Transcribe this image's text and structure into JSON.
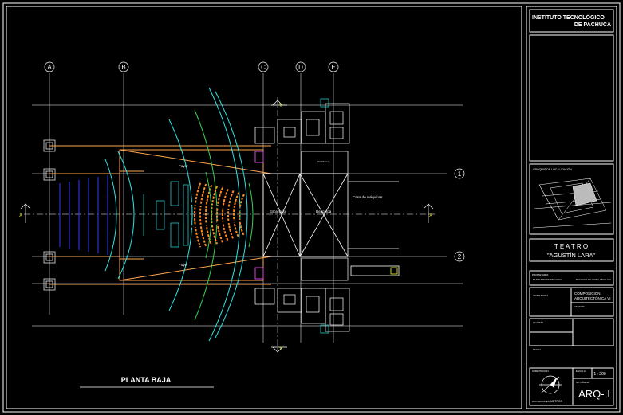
{
  "title_block": {
    "institution_line1": "INSTITUTO TECNOLÓGICO",
    "institution_line2": "DE PACHUCA",
    "key_plan_label": "CROQUIS DE LOCALIZACIÓN",
    "project_label": "T E A T R O",
    "project_name": "\"AGUSTÍN LARA\"",
    "owner_label": "PROPIETARIO",
    "owner_value": "MUNICIPIO DE PACHUCA",
    "location_value": "PACHUCA DE SOTO, HIDALGO",
    "subject_label": "ASIGNATURA",
    "subject_value_1": "COMPOSICIÓN",
    "subject_value_2": "ARQUITECTÓNICA VI",
    "teacher_label": "ASESOR",
    "student_label": "ALUMNO",
    "date_label": "FECHA",
    "scale_label": "ESCALA",
    "scale_value": "1 : 200",
    "units_label": "ACOTACIONES",
    "units_value": "METROS",
    "sheet_label": "No. LÁMINA",
    "sheet_value": "ARQ- I",
    "orientation_label": "ORIENTACIÓN"
  },
  "plan": {
    "title": "PLANTA BAJA",
    "grid_columns": [
      "A",
      "B",
      "C",
      "D",
      "E"
    ],
    "grid_rows": [
      "1",
      "2"
    ],
    "section_marks": [
      "X",
      "X",
      "Y",
      "Y"
    ],
    "room_labels": {
      "foyer_top": "Foyer",
      "foyer_bottom": "Foyer",
      "stage": "Escenario",
      "unloading": "Descarga",
      "machine_room": "Casa de máquinas",
      "dressing": "Vestidores"
    }
  },
  "colors": {
    "background": "#000000",
    "frame": "#ffffff",
    "grid": "#ffffff",
    "axis_orange": "#ffa64d",
    "seating": "#ff8a1f",
    "cyan": "#2ee6e6",
    "green": "#39d353",
    "blue": "#2f3cff",
    "magenta": "#e040e0",
    "yellow": "#ffff33"
  }
}
